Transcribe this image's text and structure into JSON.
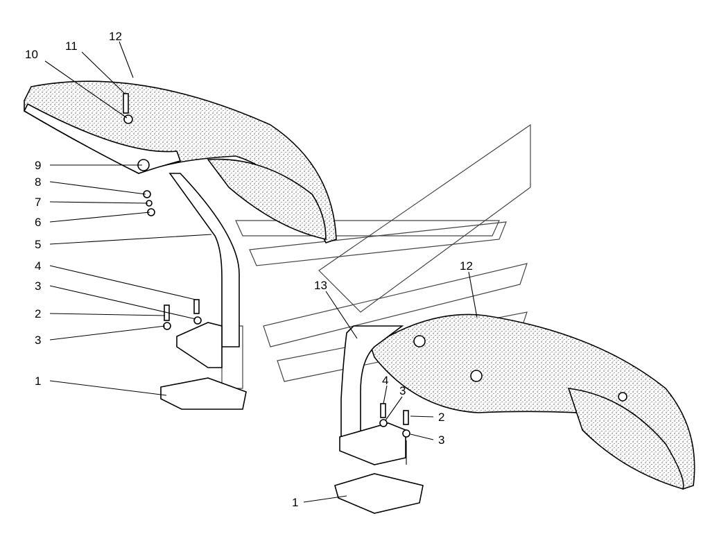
{
  "diagram": {
    "title": "Fender assembly exploded view",
    "left_assembly": {
      "callouts": [
        "12",
        "11",
        "10",
        "9",
        "8",
        "7",
        "6",
        "5",
        "4",
        "3",
        "2",
        "3",
        "1"
      ]
    },
    "right_assembly": {
      "callouts": [
        "12",
        "13",
        "4",
        "3",
        "2",
        "3",
        "1"
      ]
    }
  }
}
